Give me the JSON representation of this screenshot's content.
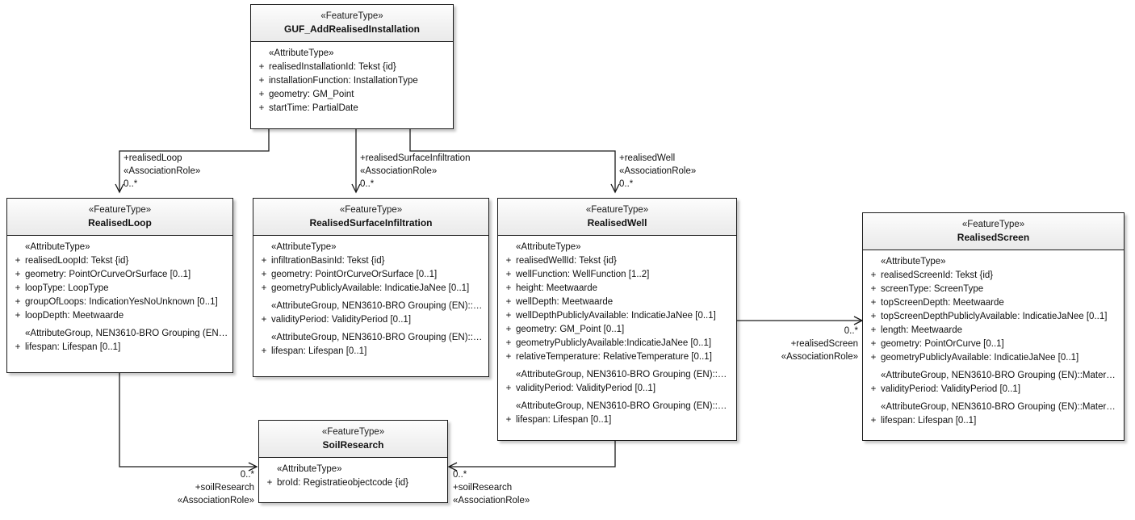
{
  "diagram": {
    "title": "GUF_AddRealisedInstallation UML class diagram",
    "type": "uml-class-diagram",
    "colors": {
      "line": "#1a1a1a",
      "header_fill": "#f0f0f0",
      "body_fill": "#ffffff",
      "text": "#111111"
    }
  },
  "classes": {
    "guf": {
      "stereotype": "«FeatureType»",
      "name": "GUF_AddRealisedInstallation",
      "compartments": [
        {
          "stereotype": "«AttributeType»",
          "attributes": [
            {
              "vis": "+",
              "text": "realisedInstallationId: Tekst {id}"
            },
            {
              "vis": "+",
              "text": "installationFunction: InstallationType"
            },
            {
              "vis": "+",
              "text": "geometry: GM_Point"
            },
            {
              "vis": "+",
              "text": "startTime: PartialDate"
            }
          ]
        }
      ]
    },
    "realisedLoop": {
      "stereotype": "«FeatureType»",
      "name": "RealisedLoop",
      "compartments": [
        {
          "stereotype": "«AttributeType»",
          "attributes": [
            {
              "vis": "+",
              "text": "realisedLoopId: Tekst {id}"
            },
            {
              "vis": "+",
              "text": "geometry: PointOrCurveOrSurface [0..1]"
            },
            {
              "vis": "+",
              "text": "loopType: LoopType"
            },
            {
              "vis": "+",
              "text": "groupOfLoops: IndicationYesNoUnknown [0..1]"
            },
            {
              "vis": "+",
              "text": "loopDepth: Meetwaarde"
            }
          ]
        },
        {
          "stereotype": "«AttributeGroup, NEN3610-BRO Grouping (EN…",
          "attributes": [
            {
              "vis": "+",
              "text": "lifespan: Lifespan [0..1]"
            }
          ]
        }
      ]
    },
    "realisedSurfaceInfiltration": {
      "stereotype": "«FeatureType»",
      "name": "RealisedSurfaceInfiltration",
      "compartments": [
        {
          "stereotype": "«AttributeType»",
          "attributes": [
            {
              "vis": "+",
              "text": "infiltrationBasinId: Tekst {id}"
            },
            {
              "vis": "+",
              "text": "geometry: PointOrCurveOrSurface [0..1]"
            },
            {
              "vis": "+",
              "text": "geometryPubliclyAvailable: IndicatieJaNee [0..1]"
            }
          ]
        },
        {
          "stereotype": "«AttributeGroup, NEN3610-BRO Grouping (EN)::…",
          "attributes": [
            {
              "vis": "+",
              "text": "validityPeriod: ValidityPeriod [0..1]"
            }
          ]
        },
        {
          "stereotype": "«AttributeGroup, NEN3610-BRO Grouping (EN)::…",
          "attributes": [
            {
              "vis": "+",
              "text": "lifespan: Lifespan [0..1]"
            }
          ]
        }
      ]
    },
    "realisedWell": {
      "stereotype": "«FeatureType»",
      "name": "RealisedWell",
      "compartments": [
        {
          "stereotype": "«AttributeType»",
          "attributes": [
            {
              "vis": "+",
              "text": "realisedWellId: Tekst {id}"
            },
            {
              "vis": "+",
              "text": "wellFunction: WellFunction [1..2]"
            },
            {
              "vis": "+",
              "text": "height: Meetwaarde"
            },
            {
              "vis": "+",
              "text": "wellDepth: Meetwaarde"
            },
            {
              "vis": "+",
              "text": "wellDepthPubliclyAvailable: IndicatieJaNee [0..1]"
            },
            {
              "vis": "+",
              "text": "geometry: GM_Point [0..1]"
            },
            {
              "vis": "+",
              "text": "geometryPubliclyAvailable:IndicatieJaNee [0..1]"
            },
            {
              "vis": "+",
              "text": "relativeTemperature: RelativeTemperature [0..1]"
            }
          ]
        },
        {
          "stereotype": "«AttributeGroup, NEN3610-BRO Grouping (EN)::…",
          "attributes": [
            {
              "vis": "+",
              "text": "validityPeriod: ValidityPeriod [0..1]"
            }
          ]
        },
        {
          "stereotype": "«AttributeGroup, NEN3610-BRO Grouping (EN)::…",
          "attributes": [
            {
              "vis": "+",
              "text": "lifespan: Lifespan [0..1]"
            }
          ]
        }
      ]
    },
    "realisedScreen": {
      "stereotype": "«FeatureType»",
      "name": "RealisedScreen",
      "compartments": [
        {
          "stereotype": "«AttributeType»",
          "attributes": [
            {
              "vis": "+",
              "text": "realisedScreenId: Tekst {id}"
            },
            {
              "vis": "+",
              "text": "screenType: ScreenType"
            },
            {
              "vis": "+",
              "text": "topScreenDepth: Meetwaarde"
            },
            {
              "vis": "+",
              "text": "topScreenDepthPubliclyAvailable: IndicatieJaNee [0..1]"
            },
            {
              "vis": "+",
              "text": "length: Meetwaarde"
            },
            {
              "vis": "+",
              "text": "geometry: PointOrCurve [0..1]"
            },
            {
              "vis": "+",
              "text": "geometryPubliclyAvailable: IndicatieJaNee [0..1]"
            }
          ]
        },
        {
          "stereotype": "«AttributeGroup, NEN3610-BRO Grouping (EN)::Mater…",
          "attributes": [
            {
              "vis": "+",
              "text": "validityPeriod: ValidityPeriod [0..1]"
            }
          ]
        },
        {
          "stereotype": "«AttributeGroup, NEN3610-BRO Grouping (EN)::Mater…",
          "attributes": [
            {
              "vis": "+",
              "text": "lifespan: Lifespan [0..1]"
            }
          ]
        }
      ]
    },
    "soilResearch": {
      "stereotype": "«FeatureType»",
      "name": "SoilResearch",
      "compartments": [
        {
          "stereotype": "«AttributeType»",
          "attributes": [
            {
              "vis": "+",
              "text": "broId: Registratieobjectcode {id}"
            }
          ]
        }
      ]
    }
  },
  "associations": [
    {
      "id": "guf-loop",
      "role": "+realisedLoop",
      "stereotype": "«AssociationRole»",
      "multiplicity": "0..*"
    },
    {
      "id": "guf-surfaceinfiltration",
      "role": "+realisedSurfaceInfiltration",
      "stereotype": "«AssociationRole»",
      "multiplicity": "0..*"
    },
    {
      "id": "guf-well",
      "role": "+realisedWell",
      "stereotype": "«AssociationRole»",
      "multiplicity": "0..*"
    },
    {
      "id": "well-screen",
      "role": "+realisedScreen",
      "stereotype": "«AssociationRole»",
      "multiplicity": "0..*"
    },
    {
      "id": "loop-soilresearch",
      "role": "+soilResearch",
      "stereotype": "«AssociationRole»",
      "multiplicity": "0..*"
    },
    {
      "id": "well-soilresearch",
      "role": "+soilResearch",
      "stereotype": "«AssociationRole»",
      "multiplicity": "0..*"
    }
  ]
}
